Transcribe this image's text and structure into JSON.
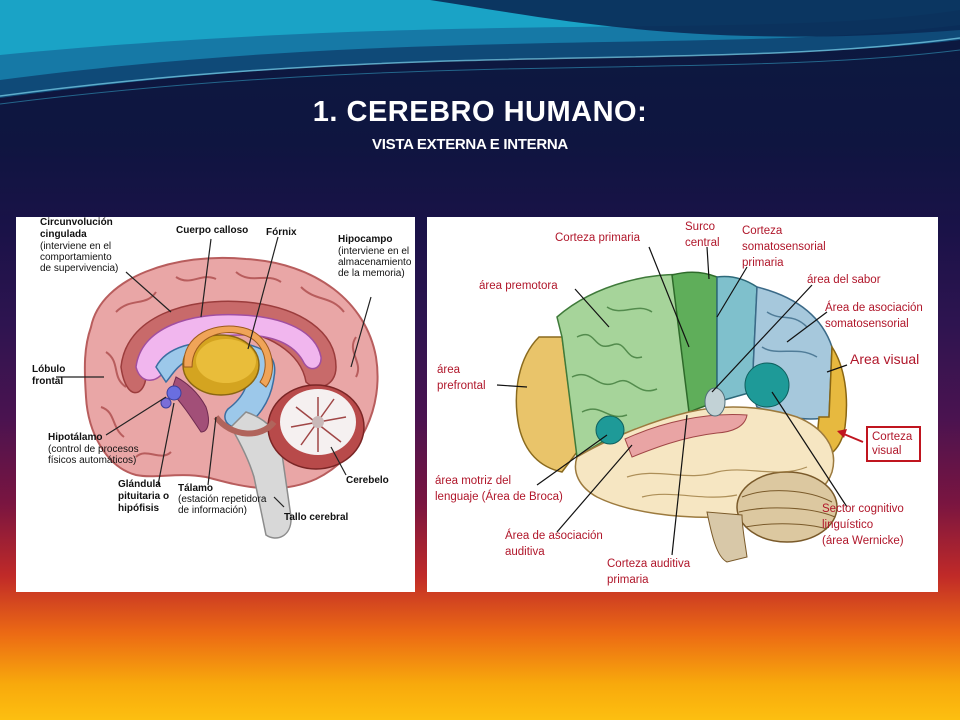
{
  "slide": {
    "title": "1. CEREBRO  HUMANO:",
    "subtitle": "VISTA EXTERNA E INTERNA"
  },
  "left_diagram": {
    "labels": {
      "circunvolucion_1": "Circunvolución",
      "circunvolucion_2": "cingulada",
      "circunvolucion_3": "(interviene en el",
      "circunvolucion_4": "comportamiento",
      "circunvolucion_5": "de supervivencia)",
      "cuerpo_calloso": "Cuerpo calloso",
      "fornix": "Fórnix",
      "hipocampo_1": "Hipocampo",
      "hipocampo_2": "(interviene en el",
      "hipocampo_3": "almacenamiento",
      "hipocampo_4": "de la memoria)",
      "lobulo_1": "Lóbulo",
      "lobulo_2": "frontal",
      "hipotalamo_1": "Hipotálamo",
      "hipotalamo_2": "(control de procesos",
      "hipotalamo_3": "físicos automáticos)",
      "glandula_1": "Glándula",
      "glandula_2": "pituitaria o",
      "glandula_3": "hipófisis",
      "talamo_1": "Tálamo",
      "talamo_2": "(estación repetidora",
      "talamo_3": "de información)",
      "tallo": "Tallo cerebral",
      "cerebelo": "Cerebelo"
    }
  },
  "right_diagram": {
    "labels": {
      "corteza_primaria": "Corteza primaria",
      "surco_1": "Surco",
      "surco_2": "central",
      "somato_1": "Corteza",
      "somato_2": "somatosensorial",
      "somato_3": "primaria",
      "area_premotora": "área premotora",
      "area_sabor": "área del sabor",
      "asoc_somato_1": "Área de asociación",
      "asoc_somato_2": "somatosensorial",
      "area_visual": "Area visual",
      "prefrontal_1": "área",
      "prefrontal_2": "prefrontal",
      "corteza_visual_1": "Corteza",
      "corteza_visual_2": "visual",
      "broca_1": "área motriz del",
      "broca_2": "lenguaje (Área de Broca)",
      "sector_1": "Sector cognitivo",
      "sector_2": "linguístico",
      "sector_3": "(área Wernicke)",
      "asoc_auditiva_1": "Área de asociación",
      "asoc_auditiva_2": "auditiva",
      "auditiva_primaria_1": "Corteza auditiva",
      "auditiva_primaria_2": "primaria"
    }
  },
  "colors": {
    "label_red": "#b0162a",
    "frontal_green": "#8fc48a",
    "motor_green": "#5fae5a",
    "parietal_blue": "#9ec3d6",
    "occipital_yellow": "#e7b93f",
    "temporal_cream": "#f6e6c2",
    "prefrontal_yellow": "#e9c46a",
    "teal_area": "#1e9a98",
    "brain_pink": "#e8a0a0"
  }
}
